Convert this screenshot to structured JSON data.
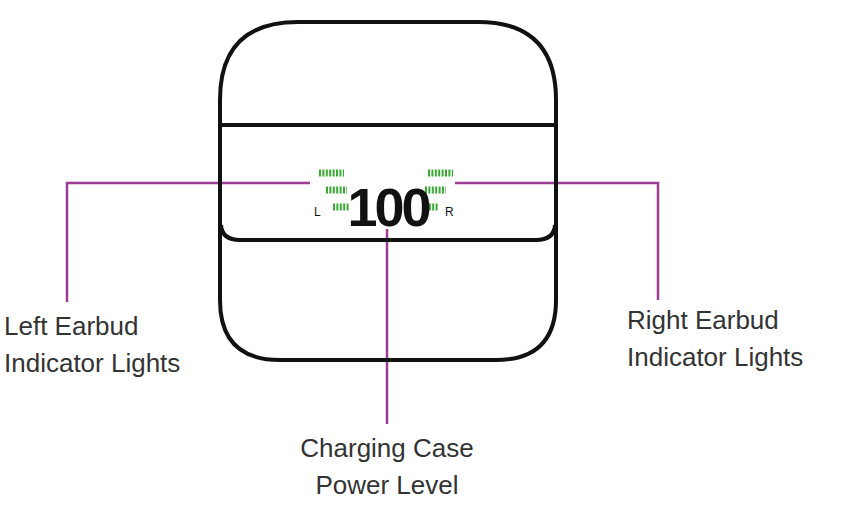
{
  "diagram": {
    "nodes": [
      {
        "text": [
          "L",
          "100",
          "R"
        ]
      }
    ],
    "labels": [
      "Left Earbud Indicator Lights",
      "Right Earbud Indicator Lights",
      "Charging Case Power Level"
    ]
  }
}
